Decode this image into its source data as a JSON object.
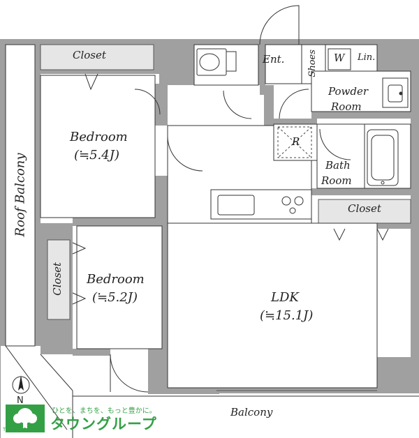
{
  "rooms": {
    "closet_top": "Closet",
    "bedroom1_name": "Bedroom",
    "bedroom1_size": "(≒5.4J)",
    "roof_balcony": "Roof Balcony",
    "entrance": "Ent.",
    "shoes": "Shoes",
    "washer": "W",
    "linen": "Lin.",
    "powder_room_1": "Powder",
    "powder_room_2": "Room",
    "refrigerator": "R",
    "bath_room_1": "Bath",
    "bath_room_2": "Room",
    "closet_right": "Closet",
    "closet_left": "Closet",
    "bedroom2_name": "Bedroom",
    "bedroom2_size": "(≒5.2J)",
    "ldk_name": "LDK",
    "ldk_size": "(≒15.1J)",
    "balcony": "Balcony"
  },
  "compass": {
    "north": "N"
  },
  "logo": {
    "tagline": "ひとを、まちを、もっと豊かに。",
    "name": "タウングループ",
    "subname": "TOWN GROUP"
  },
  "colors": {
    "wall": "#9e9e9e",
    "closet": "#e6e6e6",
    "brand": "#34a046",
    "line": "#333333"
  }
}
